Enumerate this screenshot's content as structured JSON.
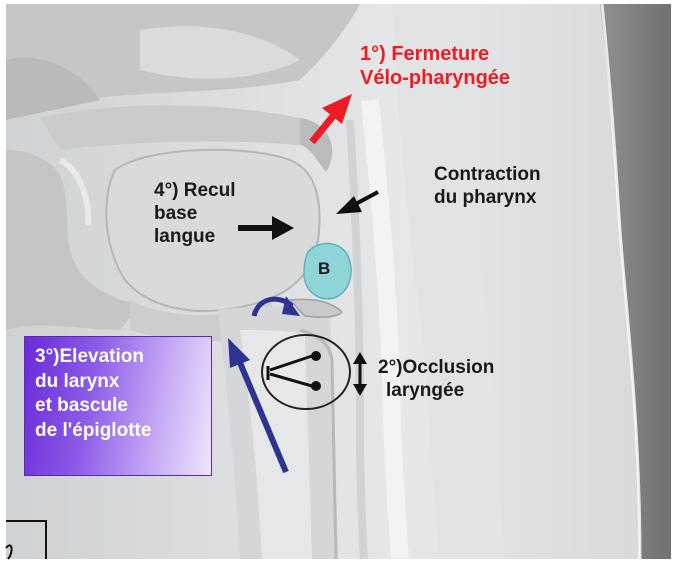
{
  "labels": {
    "velo": [
      "1°) Fermeture",
      "Vélo-pharyngée"
    ],
    "contraction": [
      "Contraction",
      "du pharynx"
    ],
    "recul": [
      "4°) Recul",
      "base",
      "langue"
    ],
    "bolus": "B",
    "occlusion": [
      "2°)Occlusion",
      "laryngée"
    ],
    "elevation": [
      "3°)Elevation",
      "du larynx",
      "et bascule",
      "de l'épiglotte"
    ]
  },
  "colors": {
    "red": "#ee1c25",
    "purple": "#6a2ad8",
    "navy": "#2c3490",
    "bolus": "#8fd4d8"
  }
}
